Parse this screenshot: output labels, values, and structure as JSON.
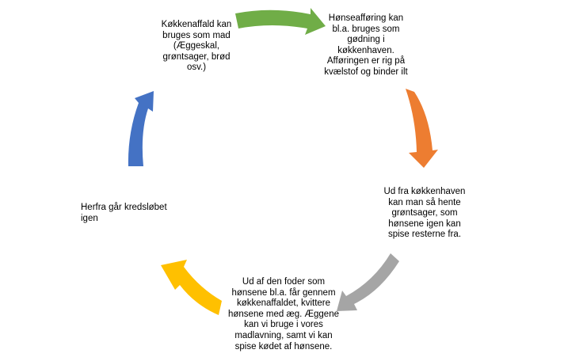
{
  "nodes": [
    {
      "id": "n1",
      "text": "Køkkenaffald kan\nbruges som mad\n(Æggeskal,\ngrøntsager, brød\nosv.)"
    },
    {
      "id": "n2",
      "text": "Hønseafføring kan\nbl.a. bruges som\ngødning i\nkøkkenhaven.\nAfføringen er rig på\nkvælstof og binder ilt"
    },
    {
      "id": "n3",
      "text": "Ud fra køkkenhaven\nkan man så hente\ngrøntsager, som\nhønsene igen kan\nspise resterne fra."
    },
    {
      "id": "n4",
      "text": "Ud af den foder som\nhønsene bl.a. får gennem\nkøkkenaffaldet, kvittere\nhønsene  med æg. Æggene\nkan vi bruge i vores\nmadlavning, samt vi kan\nspise kødet af hønsene."
    },
    {
      "id": "n5",
      "text": "Herfra går kredsløbet\nigen"
    }
  ],
  "arrows": [
    {
      "from": "n1",
      "to": "n2",
      "color": "#70AD47"
    },
    {
      "from": "n2",
      "to": "n3",
      "color": "#ED7D31"
    },
    {
      "from": "n3",
      "to": "n4",
      "color": "#A5A5A5"
    },
    {
      "from": "n4",
      "to": "n5",
      "color": "#FFC000"
    },
    {
      "from": "n5",
      "to": "n1",
      "color": "#4472C4"
    }
  ]
}
